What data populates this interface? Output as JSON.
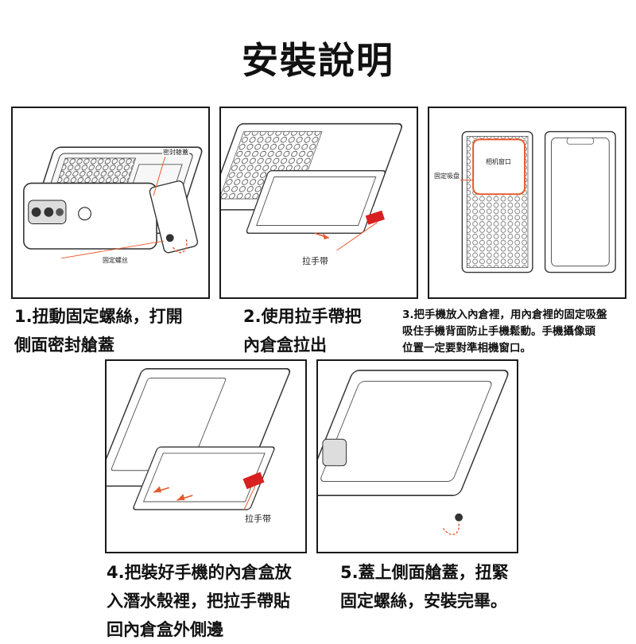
{
  "title": "安裝說明",
  "colors": {
    "accent": "#e8582a",
    "strap": "#d82020",
    "line": "#333333"
  },
  "steps": [
    {
      "caption_lines": [
        "1.扭動固定螺絲，打開",
        "側面密封艙蓋"
      ],
      "labels": {
        "seal_cover": "密封艙蓋",
        "fixing_screw": "固定螺丝"
      }
    },
    {
      "caption_lines": [
        "2.使用拉手帶把",
        "內倉盒拉出"
      ],
      "labels": {
        "pull_strap": "拉手带"
      }
    },
    {
      "caption_lines": [
        "3.把手機放入內倉裡，用內倉裡的固定吸盤",
        "吸住手機背面防止手機鬆動。手機攝像頭",
        "位置一定要對準相機窗口。"
      ],
      "labels": {
        "suction_cup": "固定吸盘",
        "camera_window": "相机窗口"
      }
    },
    {
      "caption_lines": [
        "4.把裝好手機的內倉盒放",
        "入潛水殼裡，把拉手帶貼",
        "回內倉盒外側邊"
      ],
      "labels": {
        "pull_strap": "拉手带"
      }
    },
    {
      "caption_lines": [
        "5.蓋上側面艙蓋，扭緊",
        "固定螺絲，安裝完畢。"
      ]
    }
  ]
}
